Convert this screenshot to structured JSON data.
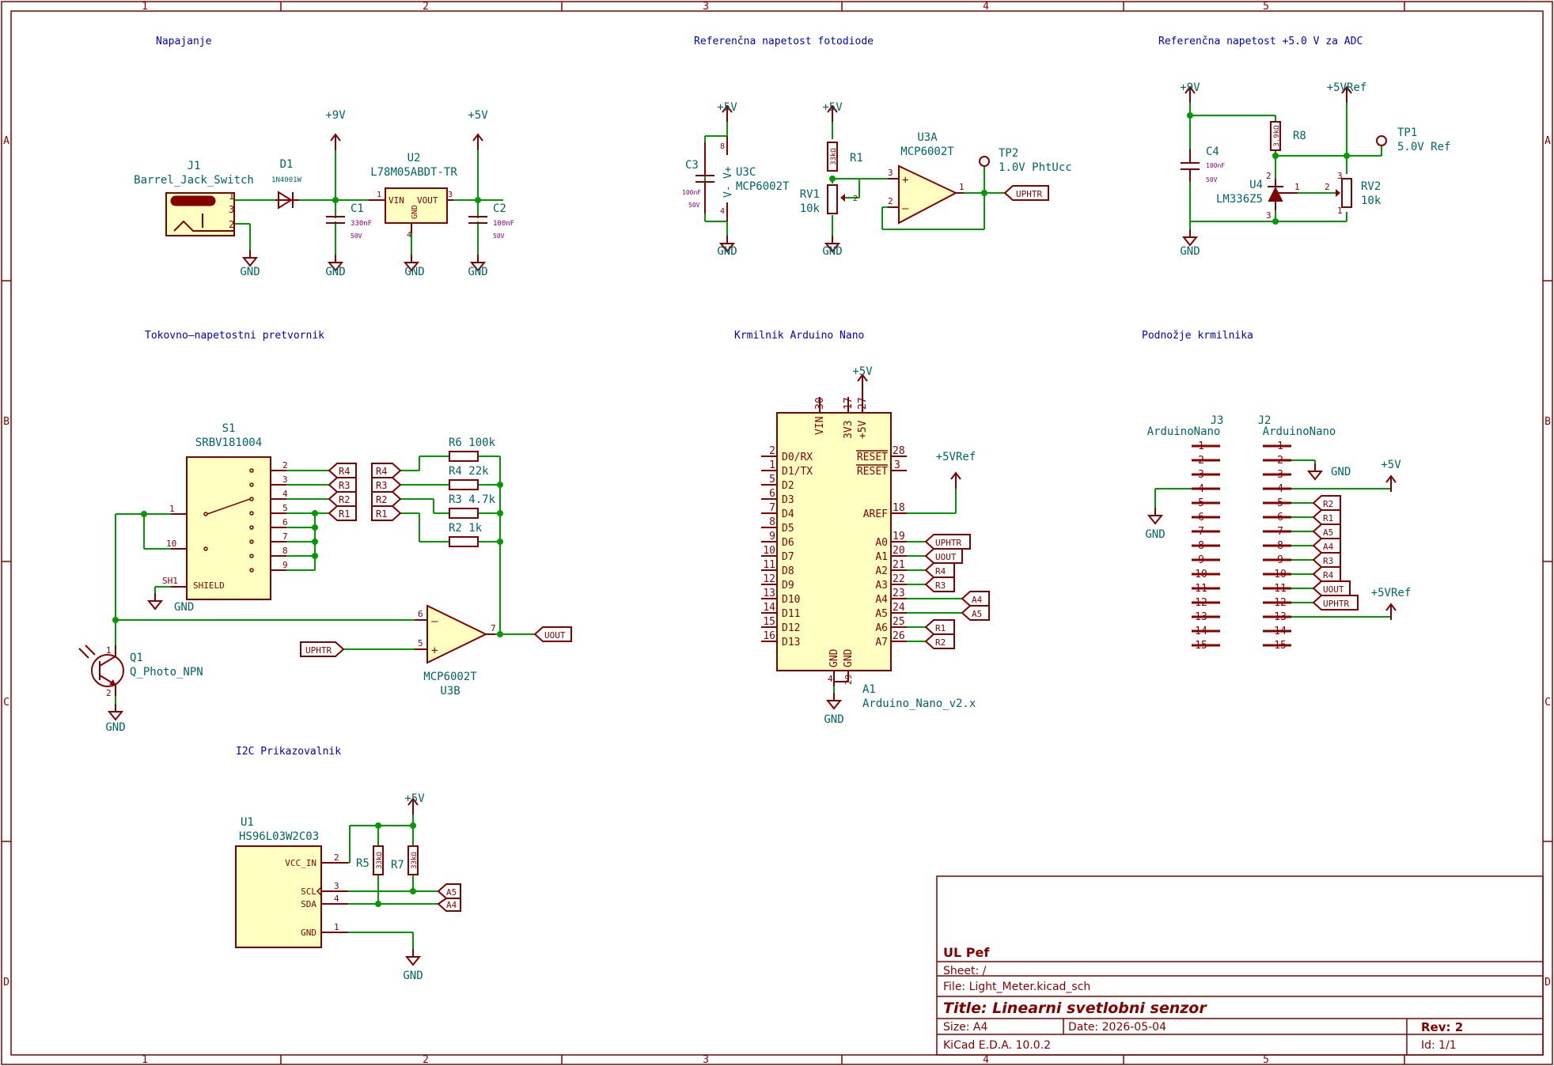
{
  "frame": {
    "col_labels": [
      "1",
      "2",
      "3",
      "4",
      "5"
    ],
    "row_labels": [
      "A",
      "B",
      "C",
      "D"
    ]
  },
  "sections": {
    "power": "Napajanje",
    "photodiode_ref": "Referenčna napetost fotodiode",
    "adc_ref": "Referenčna napetost +5.0 V za ADC",
    "converter": "Tokovno–napetostni pretvornik",
    "controller": "Krmilnik Arduino Nano",
    "socket": "Podnožje krmilnika",
    "display": "I2C Prikazovalnik"
  },
  "power": {
    "j1_ref": "J1",
    "j1_val": "Barrel_Jack_Switch",
    "d1_ref": "D1",
    "d1_val": "1N4001W",
    "u2_ref": "U2",
    "u2_val": "L78M05ABDT-TR",
    "u2_vin": "VIN",
    "u2_vout": "VOUT",
    "u2_gnd": "GND",
    "c1_ref": "C1",
    "c1_val": "330nF",
    "c1_v": "50V",
    "c2_ref": "C2",
    "c2_val": "100nF",
    "c2_v": "50V",
    "p9": "+9V",
    "p5": "+5V",
    "gnd": "GND"
  },
  "photoref": {
    "c3_ref": "C3",
    "c3_val": "100nF",
    "c3_v": "50V",
    "u3c_ref": "U3C",
    "u3c_val": "MCP6002T",
    "vplus": "V+",
    "vminus": "V-",
    "r1_ref": "R1",
    "r1_val": "33kΩ",
    "rv1_ref": "RV1",
    "rv1_val": "10k",
    "u3a_ref": "U3A",
    "u3a_val": "MCP6002T",
    "tp2_ref": "TP2",
    "tp2_val": "1.0V PhtUcc",
    "uphtr": "UPHTR",
    "p5": "+5V",
    "gnd": "GND"
  },
  "adcref": {
    "p9": "+9V",
    "p5ref": "+5VRef",
    "c4_ref": "C4",
    "c4_val": "100nF",
    "c4_v": "50V",
    "r8_ref": "R8",
    "r8_val": "3.9kΩ",
    "u4_ref": "U4",
    "u4_val": "LM336Z5",
    "rv2_ref": "RV2",
    "rv2_val": "10k",
    "tp1_ref": "TP1",
    "tp1_val": "5.0V Ref",
    "gnd": "GND"
  },
  "converter": {
    "s1_ref": "S1",
    "s1_val": "SRBV181004",
    "shield": "SHIELD",
    "sh1": "SH1",
    "r6": "R6 100k",
    "r4": "R4  22k",
    "r3": "R3 4.7k",
    "r2": "R2 1k",
    "u3b_ref": "U3B",
    "u3b_val": "MCP6002T",
    "q1_ref": "Q1",
    "q1_val": "Q_Photo_NPN",
    "uout": "UOUT",
    "uphtr": "UPHTR",
    "gnd": "GND",
    "rlabels": [
      "R4",
      "R3",
      "R2",
      "R1"
    ]
  },
  "nano": {
    "ref": "A1",
    "val": "Arduino_Nano_v2.x",
    "p5": "+5V",
    "p5ref": "+5VRef",
    "gnd": "GND",
    "top_pins": [
      "VIN",
      "3V3",
      "+5V"
    ],
    "top_nums": [
      "30",
      "17",
      "27"
    ],
    "left_pins": [
      "D0/RX",
      "D1/TX",
      "D2",
      "D3",
      "D4",
      "D5",
      "D6",
      "D7",
      "D8",
      "D9",
      "D10",
      "D11",
      "D12",
      "D13"
    ],
    "left_nums": [
      "2",
      "1",
      "5",
      "6",
      "7",
      "8",
      "9",
      "10",
      "11",
      "12",
      "13",
      "14",
      "15",
      "16"
    ],
    "reset_pins": [
      "RESET",
      "RESET"
    ],
    "reset_nums": [
      "28",
      "3"
    ],
    "aref": "AREF",
    "aref_num": "18",
    "analog_pins": [
      "A0",
      "A1",
      "A2",
      "A3",
      "A4",
      "A5",
      "A6",
      "A7"
    ],
    "analog_nums": [
      "19",
      "20",
      "21",
      "22",
      "23",
      "24",
      "25",
      "26"
    ],
    "analog_labels": [
      "UPHTR",
      "UOUT",
      "R4",
      "R3",
      "A4",
      "A5",
      "R1",
      "R2"
    ],
    "gnd_pins": [
      "GND",
      "GND"
    ],
    "gnd_nums": [
      "4",
      "29"
    ]
  },
  "socket": {
    "j3_ref": "J3",
    "j3_val": "ArduinoNano",
    "j2_ref": "J2",
    "j2_val": "ArduinoNano",
    "pins": [
      "1",
      "2",
      "3",
      "4",
      "5",
      "6",
      "7",
      "8",
      "9",
      "10",
      "11",
      "12",
      "13",
      "14",
      "15"
    ],
    "j2_labels": [
      "R2",
      "R1",
      "A5",
      "A4",
      "R3",
      "R4",
      "UOUT",
      "UPHTR"
    ],
    "gnd": "GND",
    "p5": "+5V",
    "p5ref": "+5VRef"
  },
  "display": {
    "u1_ref": "U1",
    "u1_val": "HS96L03W2C03",
    "pins": [
      "VCC_IN",
      "SCL",
      "SDA",
      "GND"
    ],
    "nums": [
      "2",
      "3",
      "4",
      "1"
    ],
    "r5_ref": "R5",
    "r5_val": "33kΩ",
    "r7_ref": "R7",
    "r7_val": "33kΩ",
    "a5": "A5",
    "a4": "A4",
    "p5": "+5V",
    "gnd": "GND"
  },
  "titleblock": {
    "company": "UL Pef",
    "sheet": "Sheet: /",
    "file": "File: Light_Meter.kicad_sch",
    "title": "Title: Linearni svetlobni senzor",
    "size": "Size: A4",
    "date": "Date: 2026-05-04",
    "rev": "Rev: 2",
    "tool": "KiCad E.D.A. 10.0.2",
    "id": "Id: 1/1"
  }
}
